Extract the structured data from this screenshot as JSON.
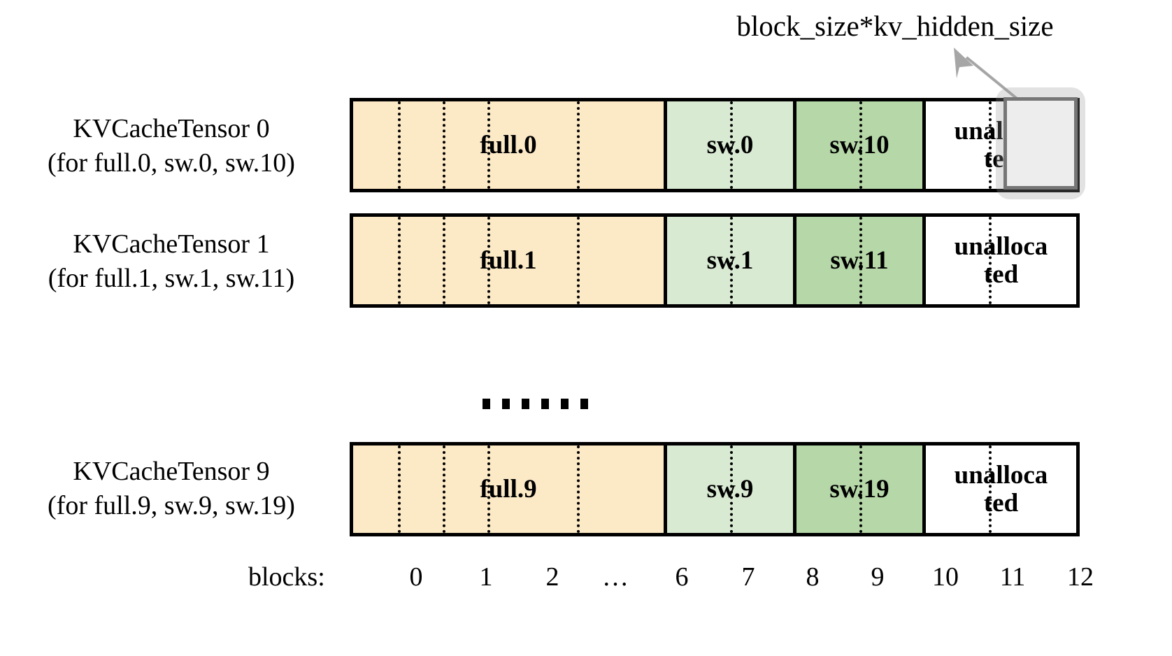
{
  "annotation": {
    "text": "block_size*kv_hidden_size",
    "arrow_icon": "arrow-up-left-icon",
    "color": "#a6a6a6"
  },
  "colors": {
    "full_block": "#fce9c6",
    "sliding_window_light": "#d9ead3",
    "sliding_window_dark": "#b6d7a8",
    "unallocated": "#ffffff",
    "highlight_fill": "#ededed",
    "highlight_border": "#767676",
    "outline": "#000000"
  },
  "rows": [
    {
      "label_line1": "KVCacheTensor 0",
      "label_line2": "(for full.0, sw.0, sw.10)",
      "segments": [
        {
          "name": "full.0",
          "kind": "full",
          "blocks": 7
        },
        {
          "name": "sw.0",
          "kind": "sw-light",
          "blocks": 2
        },
        {
          "name": "sw.10",
          "kind": "sw-dark",
          "blocks": 2
        },
        {
          "name": "unalloca ted",
          "kind": "unalloc",
          "blocks": 2
        }
      ],
      "highlighted": true
    },
    {
      "label_line1": "KVCacheTensor 1",
      "label_line2": "(for full.1, sw.1, sw.11)",
      "segments": [
        {
          "name": "full.1",
          "kind": "full",
          "blocks": 7
        },
        {
          "name": "sw.1",
          "kind": "sw-light",
          "blocks": 2
        },
        {
          "name": "sw.11",
          "kind": "sw-dark",
          "blocks": 2
        },
        {
          "name": "unalloca ted",
          "kind": "unalloc",
          "blocks": 2
        }
      ],
      "highlighted": false
    },
    {
      "label_line1": "KVCacheTensor 9",
      "label_line2": "(for full.9, sw.9, sw.19)",
      "segments": [
        {
          "name": "full.9",
          "kind": "full",
          "blocks": 7
        },
        {
          "name": "sw.9",
          "kind": "sw-light",
          "blocks": 2
        },
        {
          "name": "sw.19",
          "kind": "sw-dark",
          "blocks": 2
        },
        {
          "name": "unalloca ted",
          "kind": "unalloc",
          "blocks": 2
        }
      ],
      "highlighted": false
    }
  ],
  "vertical_ellipsis": "......",
  "axis": {
    "caption": "blocks:",
    "ticks": [
      "0",
      "1",
      "2",
      "…",
      "6",
      "7",
      "8",
      "9",
      "10",
      "11",
      "12"
    ]
  },
  "unallocated_text_line1": "unalloca",
  "unallocated_text_line2": "ted"
}
